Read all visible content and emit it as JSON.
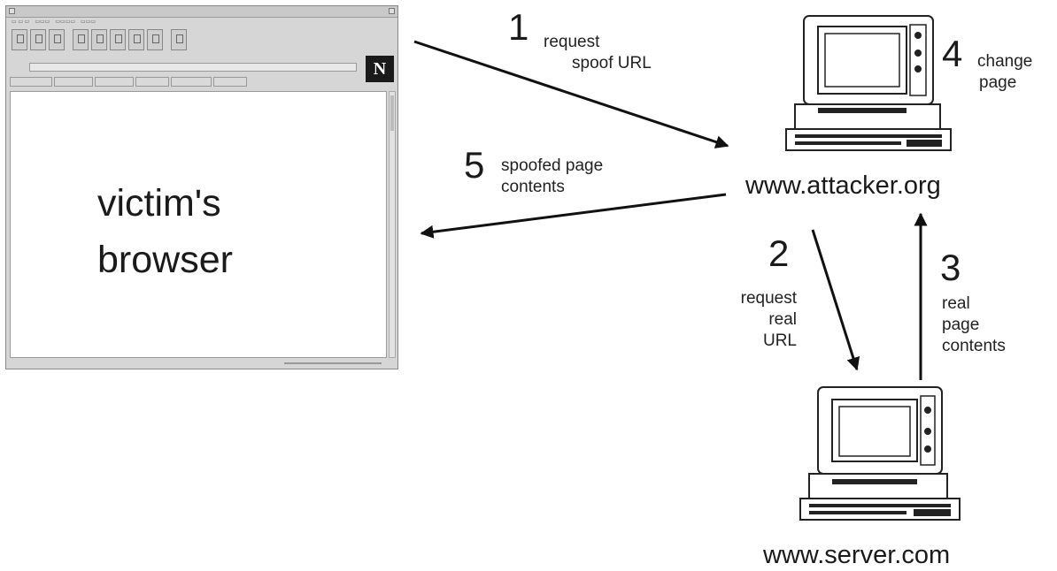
{
  "browser": {
    "caption_line1": "victim's",
    "caption_line2": "browser",
    "logo": "N"
  },
  "hosts": {
    "attacker": "www.attacker.org",
    "server": "www.server.com"
  },
  "steps": [
    {
      "number": "1",
      "lines": [
        "request",
        "spoof URL"
      ]
    },
    {
      "number": "2",
      "lines": [
        "request",
        "real",
        "URL"
      ]
    },
    {
      "number": "3",
      "lines": [
        "real",
        "page",
        "contents"
      ]
    },
    {
      "number": "4",
      "lines": [
        "change",
        "page"
      ]
    },
    {
      "number": "5",
      "lines": [
        "spoofed page",
        "contents"
      ]
    }
  ],
  "icons": [
    "computer-icon",
    "computer-icon",
    "arrow-icon"
  ]
}
